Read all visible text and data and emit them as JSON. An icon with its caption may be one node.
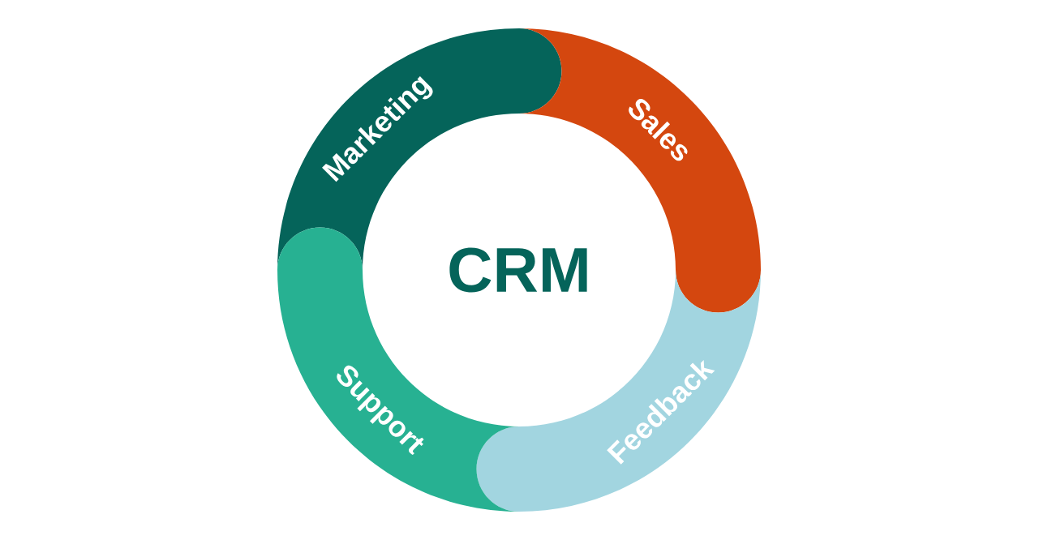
{
  "diagram": {
    "nodes": [
      {
        "text": [
          "CRM"
        ]
      },
      {
        "text": [
          "Marketing"
        ]
      },
      {
        "text": [
          "Sales"
        ]
      },
      {
        "text": [
          "Feedback"
        ]
      },
      {
        "text": [
          "Support"
        ]
      }
    ]
  }
}
